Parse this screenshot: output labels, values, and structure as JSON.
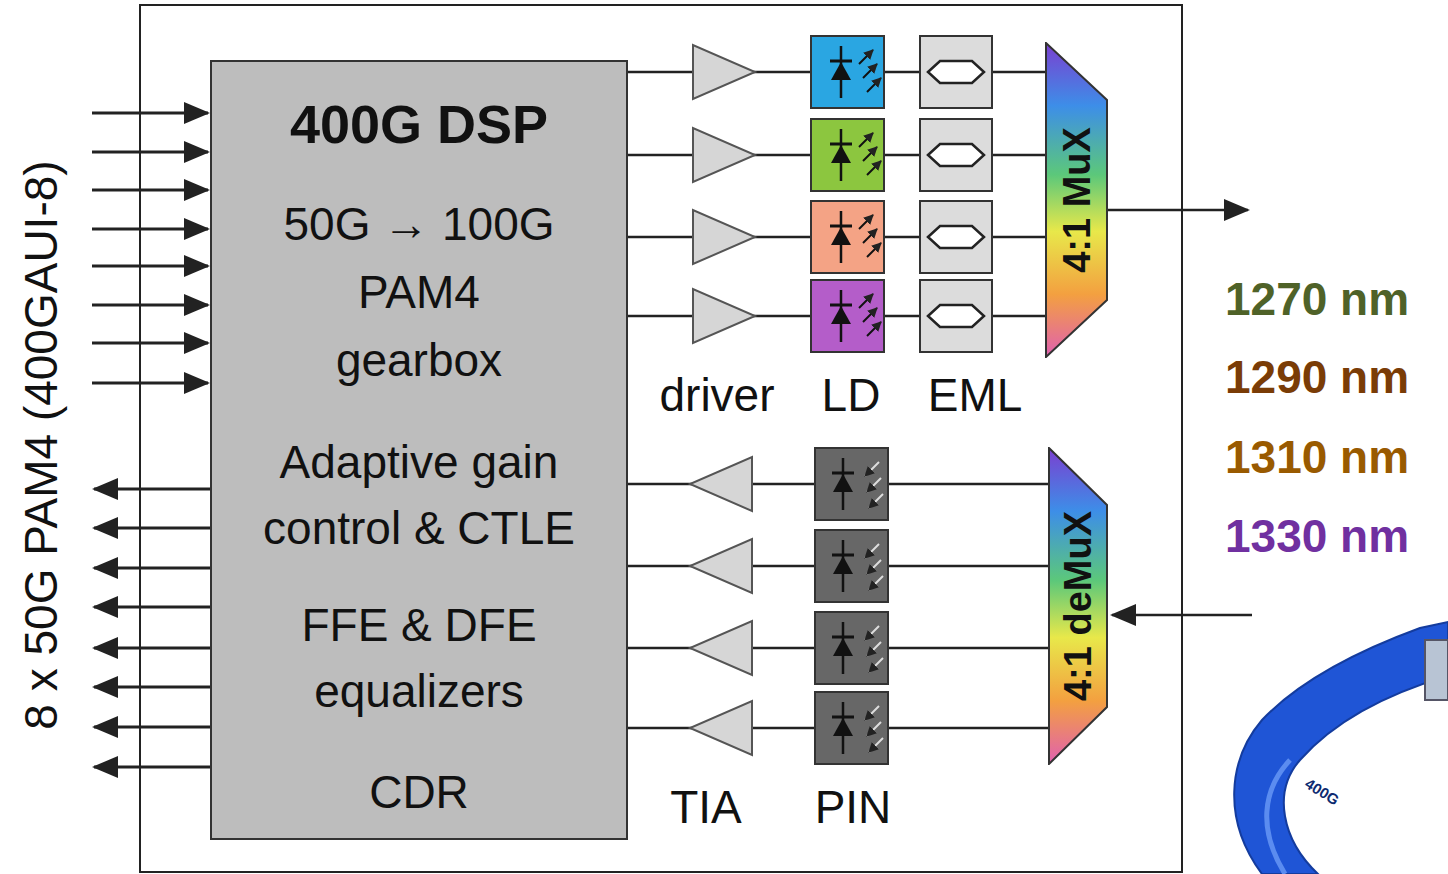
{
  "diagram": {
    "nodes": [
      {
        "text": [
          "400G DSP",
          "50G → 100G PAM4 gearbox",
          "Adaptive gain control & CTLE",
          "FFE & DFE equalizers",
          "CDR"
        ]
      },
      {
        "text": [
          "4:1 MuX"
        ]
      },
      {
        "text": [
          "4:1 deMuX"
        ]
      }
    ],
    "labels": [
      "8 x 50G PAM4 (400GAUI-8)",
      "driver",
      "LD",
      "EML",
      "TIA",
      "PIN",
      "1270 nm",
      "1290 nm",
      "1310 nm",
      "1330 nm",
      "400G"
    ]
  }
}
